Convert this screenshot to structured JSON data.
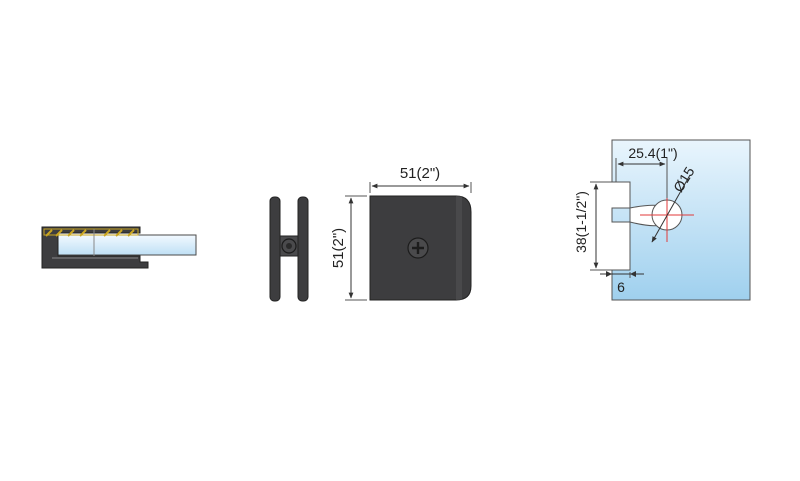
{
  "drawing": {
    "front_width_label": "51(2\")",
    "front_height_label": "51(2\")",
    "cutout_width_label": "25.4(1\")",
    "cutout_height_label": "38(1-1/2\")",
    "hole_label": "Ø15",
    "edge_offset_label": "6"
  },
  "colors": {
    "metal": "#3d3d3f",
    "metal_edge": "#222224",
    "glass": "#dcefff",
    "glass_dark": "#a9d4ee",
    "hatch": "#c9a520",
    "centerline": "#e03a3a",
    "dim_line": "#555555"
  }
}
